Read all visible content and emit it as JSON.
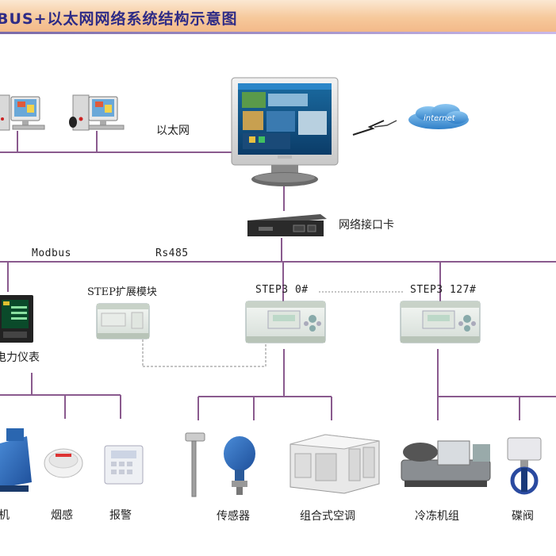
{
  "title": "BUS+以太网网络系统结构示意图",
  "labels": {
    "ethernet": "以太网",
    "internet": "internet",
    "network_card": "网络接口卡",
    "modbus": "Modbus",
    "rs485": "Rs485",
    "step_ext": "STEP扩展模块",
    "step3_0": "STEP3 0#",
    "step3_127": "STEP3 127#",
    "power_meter": "电力仪表",
    "fan": "机",
    "smoke": "烟感",
    "alarm": "报警",
    "sensor": "传感器",
    "ahu": "组合式空调",
    "chiller": "冷冻机组",
    "valve": "碟阀"
  },
  "colors": {
    "bus_line": "#8a5a8e",
    "title": "#2e2b86"
  }
}
